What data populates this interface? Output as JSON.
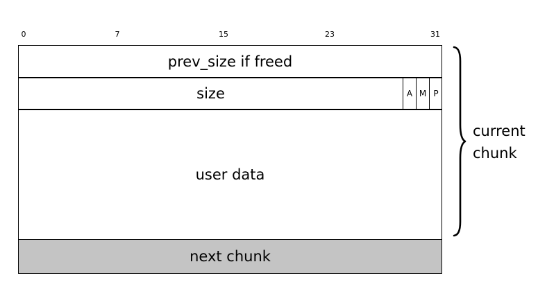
{
  "bit_labels": [
    "0",
    "7",
    "15",
    "23",
    "31"
  ],
  "rows": {
    "prev_size": "prev_size if freed",
    "size": "size",
    "user_data": "user data",
    "next_chunk": "next chunk"
  },
  "flags": [
    "A",
    "M",
    "P"
  ],
  "brace": {
    "line1": "current",
    "line2": "chunk"
  },
  "colors": {
    "next_chunk_fill": "#c4c4c4",
    "line": "#000000"
  }
}
